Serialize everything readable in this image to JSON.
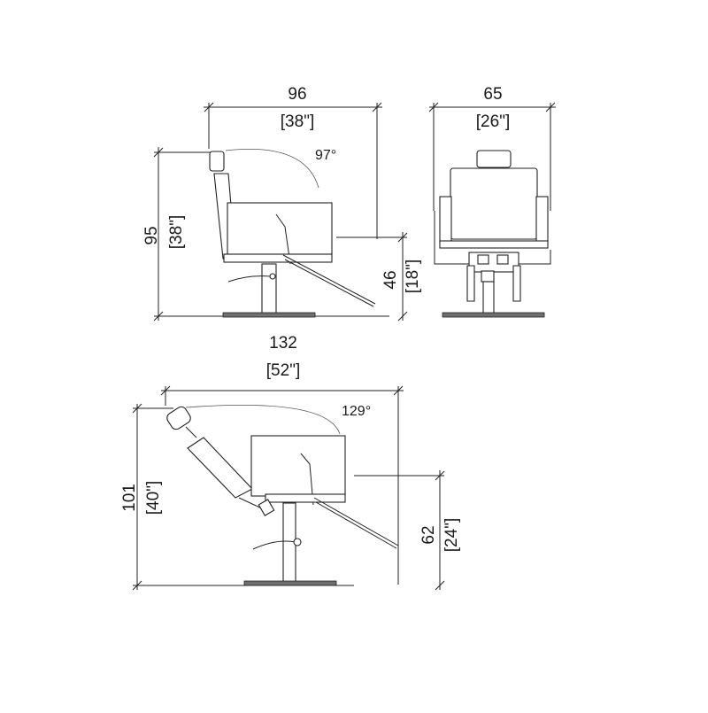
{
  "views": {
    "side_upright": {
      "width_cm": "96",
      "width_in": "[38\"]",
      "height_cm": "95",
      "height_in": "[38\"]",
      "seat_cm": "46",
      "seat_in": "[18\"]",
      "angle": "97°"
    },
    "front": {
      "width_cm": "65",
      "width_in": "[26\"]"
    },
    "side_reclined": {
      "width_cm": "132",
      "width_in": "[52\"]",
      "height_cm": "101",
      "height_in": "[40\"]",
      "seat_cm": "62",
      "seat_in": "[24\"]",
      "angle": "129°"
    }
  },
  "colors": {
    "line": "#222222",
    "base_fill": "#6f6f6f",
    "background": "#ffffff"
  }
}
